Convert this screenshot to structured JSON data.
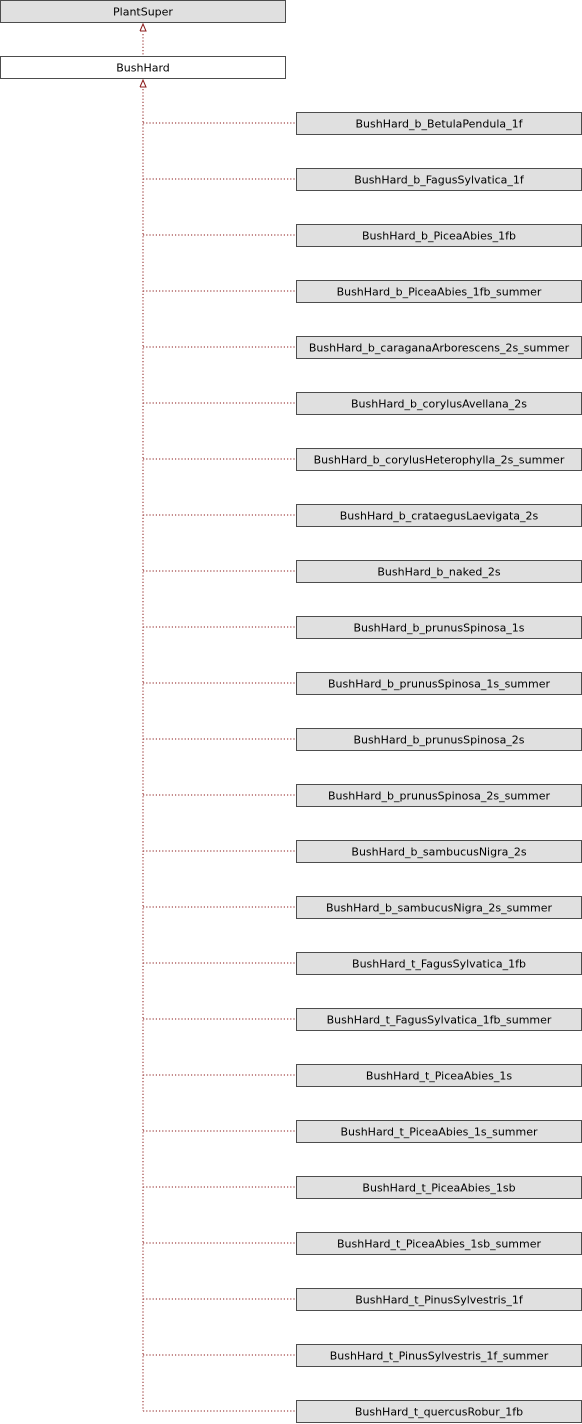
{
  "diagram": {
    "type": "class-inheritance",
    "colors": {
      "node_fill": "#e0e0e0",
      "current_fill": "#ffffff",
      "node_border": "#4d4d4d",
      "edge": "#8b1a1a",
      "text": "#000000"
    },
    "root": {
      "label": "PlantSuper"
    },
    "current": {
      "label": "BushHard"
    },
    "children": [
      {
        "label": "BushHard_b_BetulaPendula_1f"
      },
      {
        "label": "BushHard_b_FagusSylvatica_1f"
      },
      {
        "label": "BushHard_b_PiceaAbies_1fb"
      },
      {
        "label": "BushHard_b_PiceaAbies_1fb_summer"
      },
      {
        "label": "BushHard_b_caraganaArborescens_2s_summer"
      },
      {
        "label": "BushHard_b_corylusAvellana_2s"
      },
      {
        "label": "BushHard_b_corylusHeterophylla_2s_summer"
      },
      {
        "label": "BushHard_b_crataegusLaevigata_2s"
      },
      {
        "label": "BushHard_b_naked_2s"
      },
      {
        "label": "BushHard_b_prunusSpinosa_1s"
      },
      {
        "label": "BushHard_b_prunusSpinosa_1s_summer"
      },
      {
        "label": "BushHard_b_prunusSpinosa_2s"
      },
      {
        "label": "BushHard_b_prunusSpinosa_2s_summer"
      },
      {
        "label": "BushHard_b_sambucusNigra_2s"
      },
      {
        "label": "BushHard_b_sambucusNigra_2s_summer"
      },
      {
        "label": "BushHard_t_FagusSylvatica_1fb"
      },
      {
        "label": "BushHard_t_FagusSylvatica_1fb_summer"
      },
      {
        "label": "BushHard_t_PiceaAbies_1s"
      },
      {
        "label": "BushHard_t_PiceaAbies_1s_summer"
      },
      {
        "label": "BushHard_t_PiceaAbies_1sb"
      },
      {
        "label": "BushHard_t_PiceaAbies_1sb_summer"
      },
      {
        "label": "BushHard_t_PinusSylvestris_1f"
      },
      {
        "label": "BushHard_t_PinusSylvestris_1f_summer"
      },
      {
        "label": "BushHard_t_quercusRobur_1fb"
      }
    ]
  }
}
